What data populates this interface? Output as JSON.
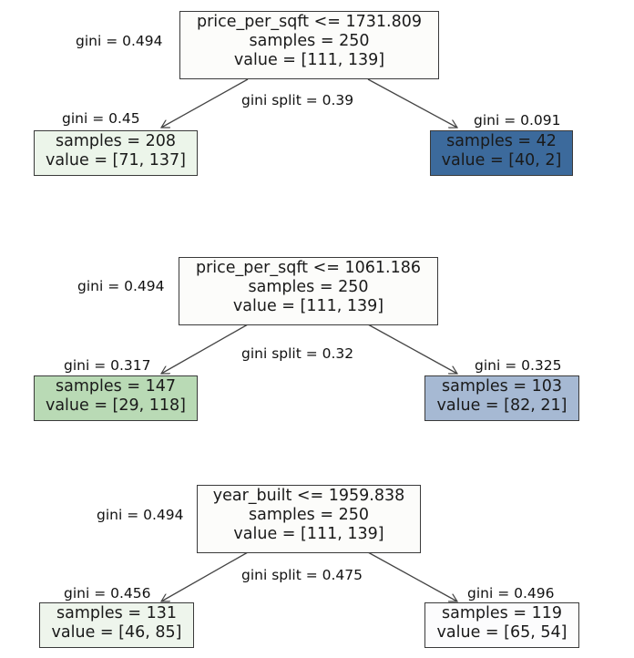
{
  "trees": [
    {
      "root": {
        "condition": "price_per_sqft <= 1731.809",
        "samples": "samples = 250",
        "value": "value = [111, 139]",
        "gini": "gini = 0.494",
        "fill": "#fcfcfa"
      },
      "split": "gini split = 0.39",
      "left": {
        "samples": "samples = 208",
        "value": "value = [71, 137]",
        "gini": "gini = 0.45",
        "fill": "#ecf5ea"
      },
      "right": {
        "samples": "samples = 42",
        "value": "value = [40, 2]",
        "gini": "gini = 0.091",
        "fill": "#3c6a9c"
      }
    },
    {
      "root": {
        "condition": "price_per_sqft <= 1061.186",
        "samples": "samples = 250",
        "value": "value = [111, 139]",
        "gini": "gini = 0.494",
        "fill": "#fcfcfa"
      },
      "split": "gini split = 0.32",
      "left": {
        "samples": "samples = 147",
        "value": "value = [29, 118]",
        "gini": "gini = 0.317",
        "fill": "#b9dab5"
      },
      "right": {
        "samples": "samples = 103",
        "value": "value = [82, 21]",
        "gini": "gini = 0.325",
        "fill": "#a6b9d3"
      }
    },
    {
      "root": {
        "condition": "year_built <= 1959.838",
        "samples": "samples = 250",
        "value": "value = [111, 139]",
        "gini": "gini = 0.494",
        "fill": "#fcfcfa"
      },
      "split": "gini split = 0.475",
      "left": {
        "samples": "samples = 131",
        "value": "value = [46, 85]",
        "gini": "gini = 0.456",
        "fill": "#eef5ec"
      },
      "right": {
        "samples": "samples = 119",
        "value": "value = [65, 54]",
        "gini": "gini = 0.496",
        "fill": "#fcfcfd"
      }
    }
  ]
}
